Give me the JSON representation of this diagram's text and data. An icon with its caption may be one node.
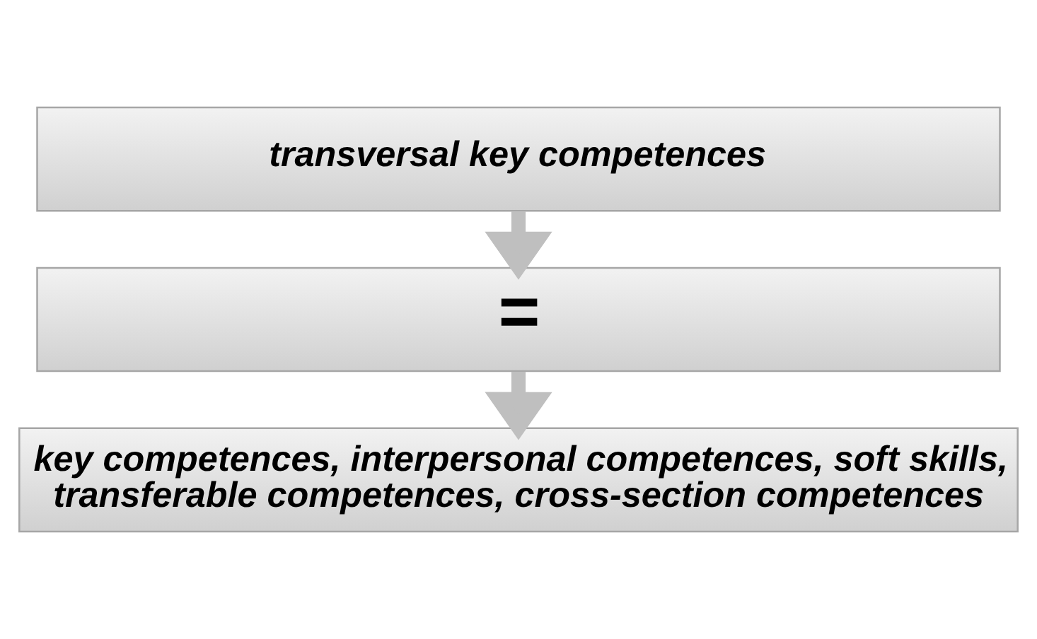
{
  "diagram": {
    "nodes": [
      {
        "text": [
          "transversal key competences"
        ]
      },
      {
        "text": [
          "="
        ]
      },
      {
        "text": [
          "key competences, interpersonal competences, soft skills, transferable competences, cross-section competences"
        ]
      }
    ],
    "edges": [
      {
        "from": 0,
        "to": 1,
        "arrow": "to"
      },
      {
        "from": 1,
        "to": 2,
        "arrow": "to"
      }
    ]
  }
}
